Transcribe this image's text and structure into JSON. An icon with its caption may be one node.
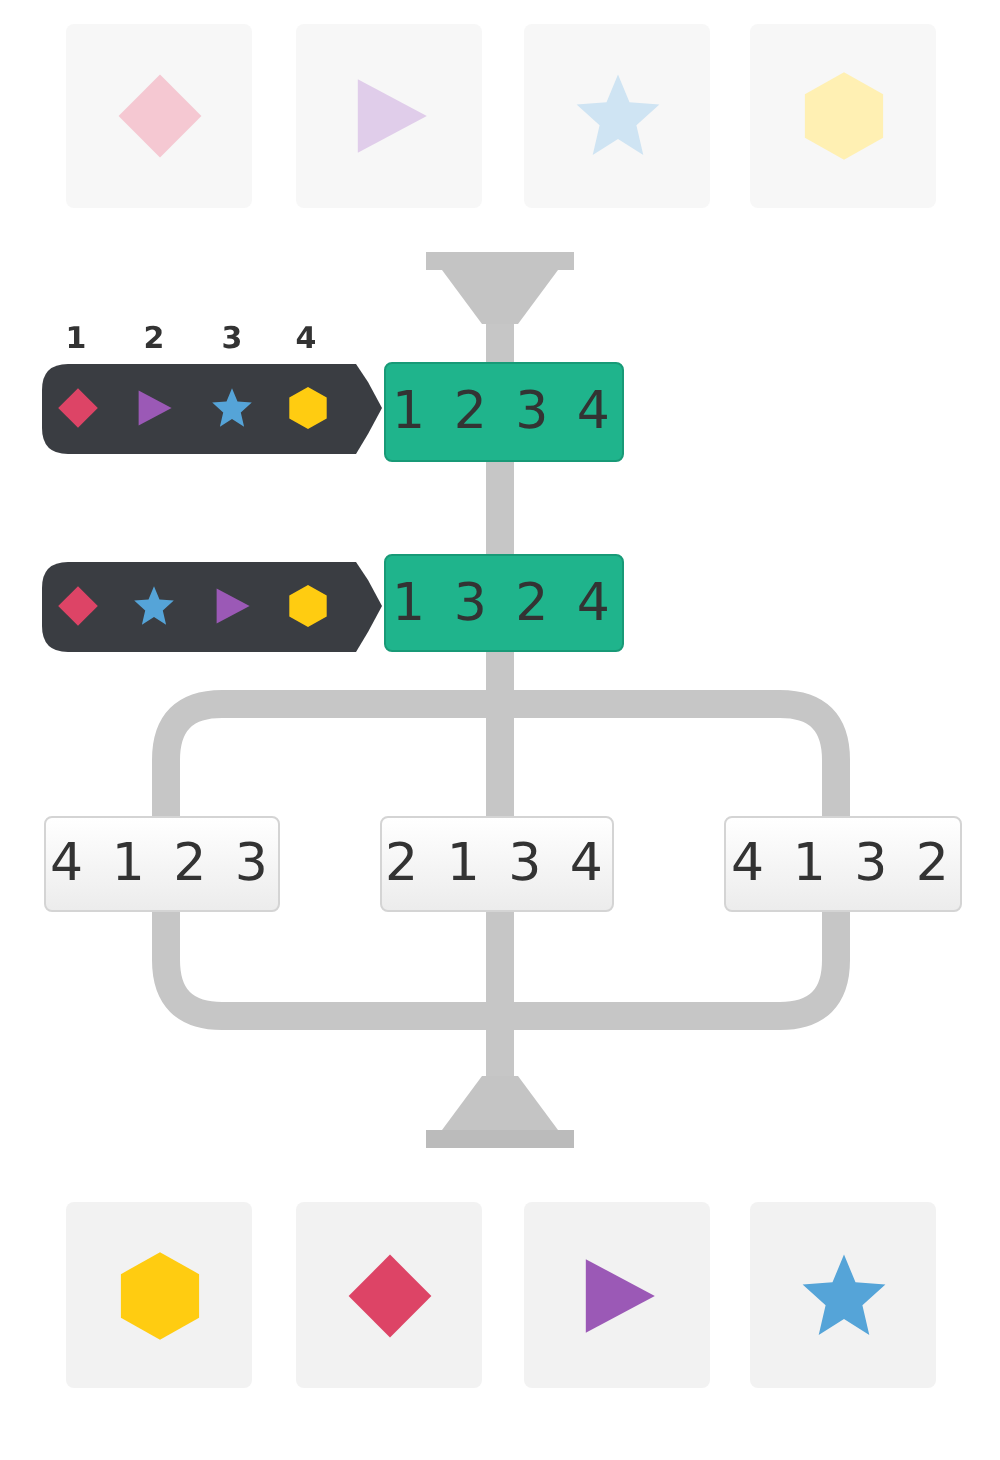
{
  "diagram": {
    "nodes": [
      {
        "text": [],
        "shape": "funnel"
      },
      {
        "text": [
          "1 2 3 4"
        ]
      },
      {
        "text": [
          "1 3 2 4"
        ]
      },
      {
        "text": [
          "4 1 2 3"
        ]
      },
      {
        "text": [
          "2 1 3 4"
        ]
      },
      {
        "text": [
          "4 1 3 2"
        ]
      },
      {
        "text": [],
        "shape": "funnel"
      }
    ],
    "edges": [
      {
        "from": 0,
        "to": 1,
        "arrow": "none"
      },
      {
        "from": 1,
        "to": 2,
        "arrow": "none"
      },
      {
        "from": 2,
        "to": 3,
        "arrow": "none"
      },
      {
        "from": 2,
        "to": 4,
        "arrow": "none"
      },
      {
        "from": 2,
        "to": 5,
        "arrow": "none"
      },
      {
        "from": 3,
        "to": 6,
        "arrow": "none"
      },
      {
        "from": 4,
        "to": 6,
        "arrow": "none"
      },
      {
        "from": 5,
        "to": 6,
        "arrow": "none"
      }
    ],
    "labels": [
      "1",
      "2",
      "3",
      "4"
    ]
  }
}
